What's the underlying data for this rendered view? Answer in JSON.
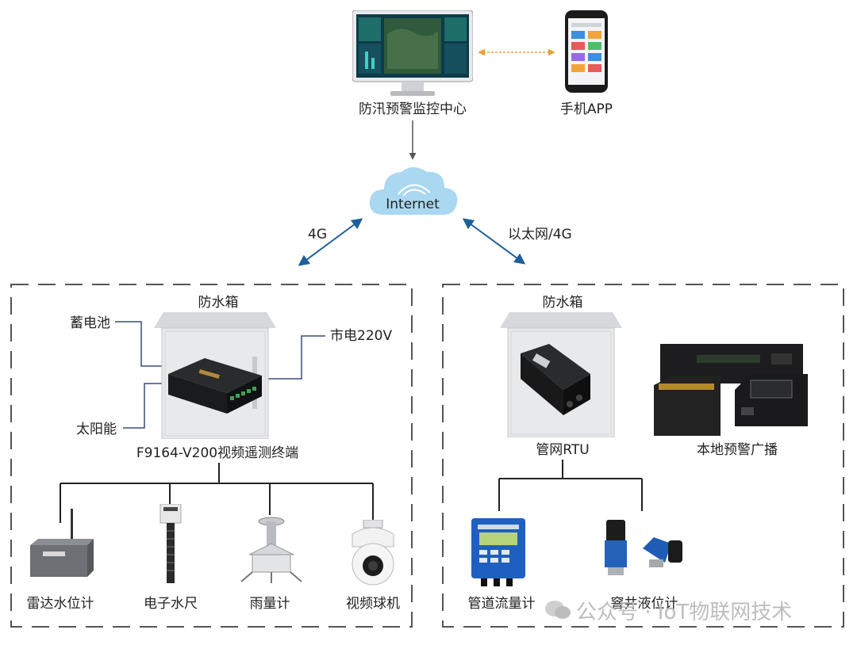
{
  "nodes": {
    "monitor_center": "防汛预警监控中心",
    "phone_app": "手机APP",
    "internet": "Internet",
    "link_left": "4G",
    "link_right": "以太网/4G",
    "left_box": "防水箱",
    "right_box": "防水箱",
    "battery": "蓄电池",
    "mains": "市电220V",
    "solar": "太阳能",
    "terminal": "F9164-V200视频遥测终端",
    "rtu": "管网RTU",
    "broadcast": "本地预警广播",
    "radar_level": "雷达水位计",
    "e_ruler": "电子水尺",
    "rain_gauge": "雨量计",
    "ptz_camera": "视频球机",
    "pipe_flow": "管道流量计",
    "well_level": "窨井液位计"
  },
  "watermark": "公众号 · IoT物联网技术",
  "colors": {
    "arrow_blue": "#1f5f99",
    "sync_arrow": "#e8a23a",
    "cabinet": "#e6e8ea",
    "cloud": "#9fd3ee"
  }
}
